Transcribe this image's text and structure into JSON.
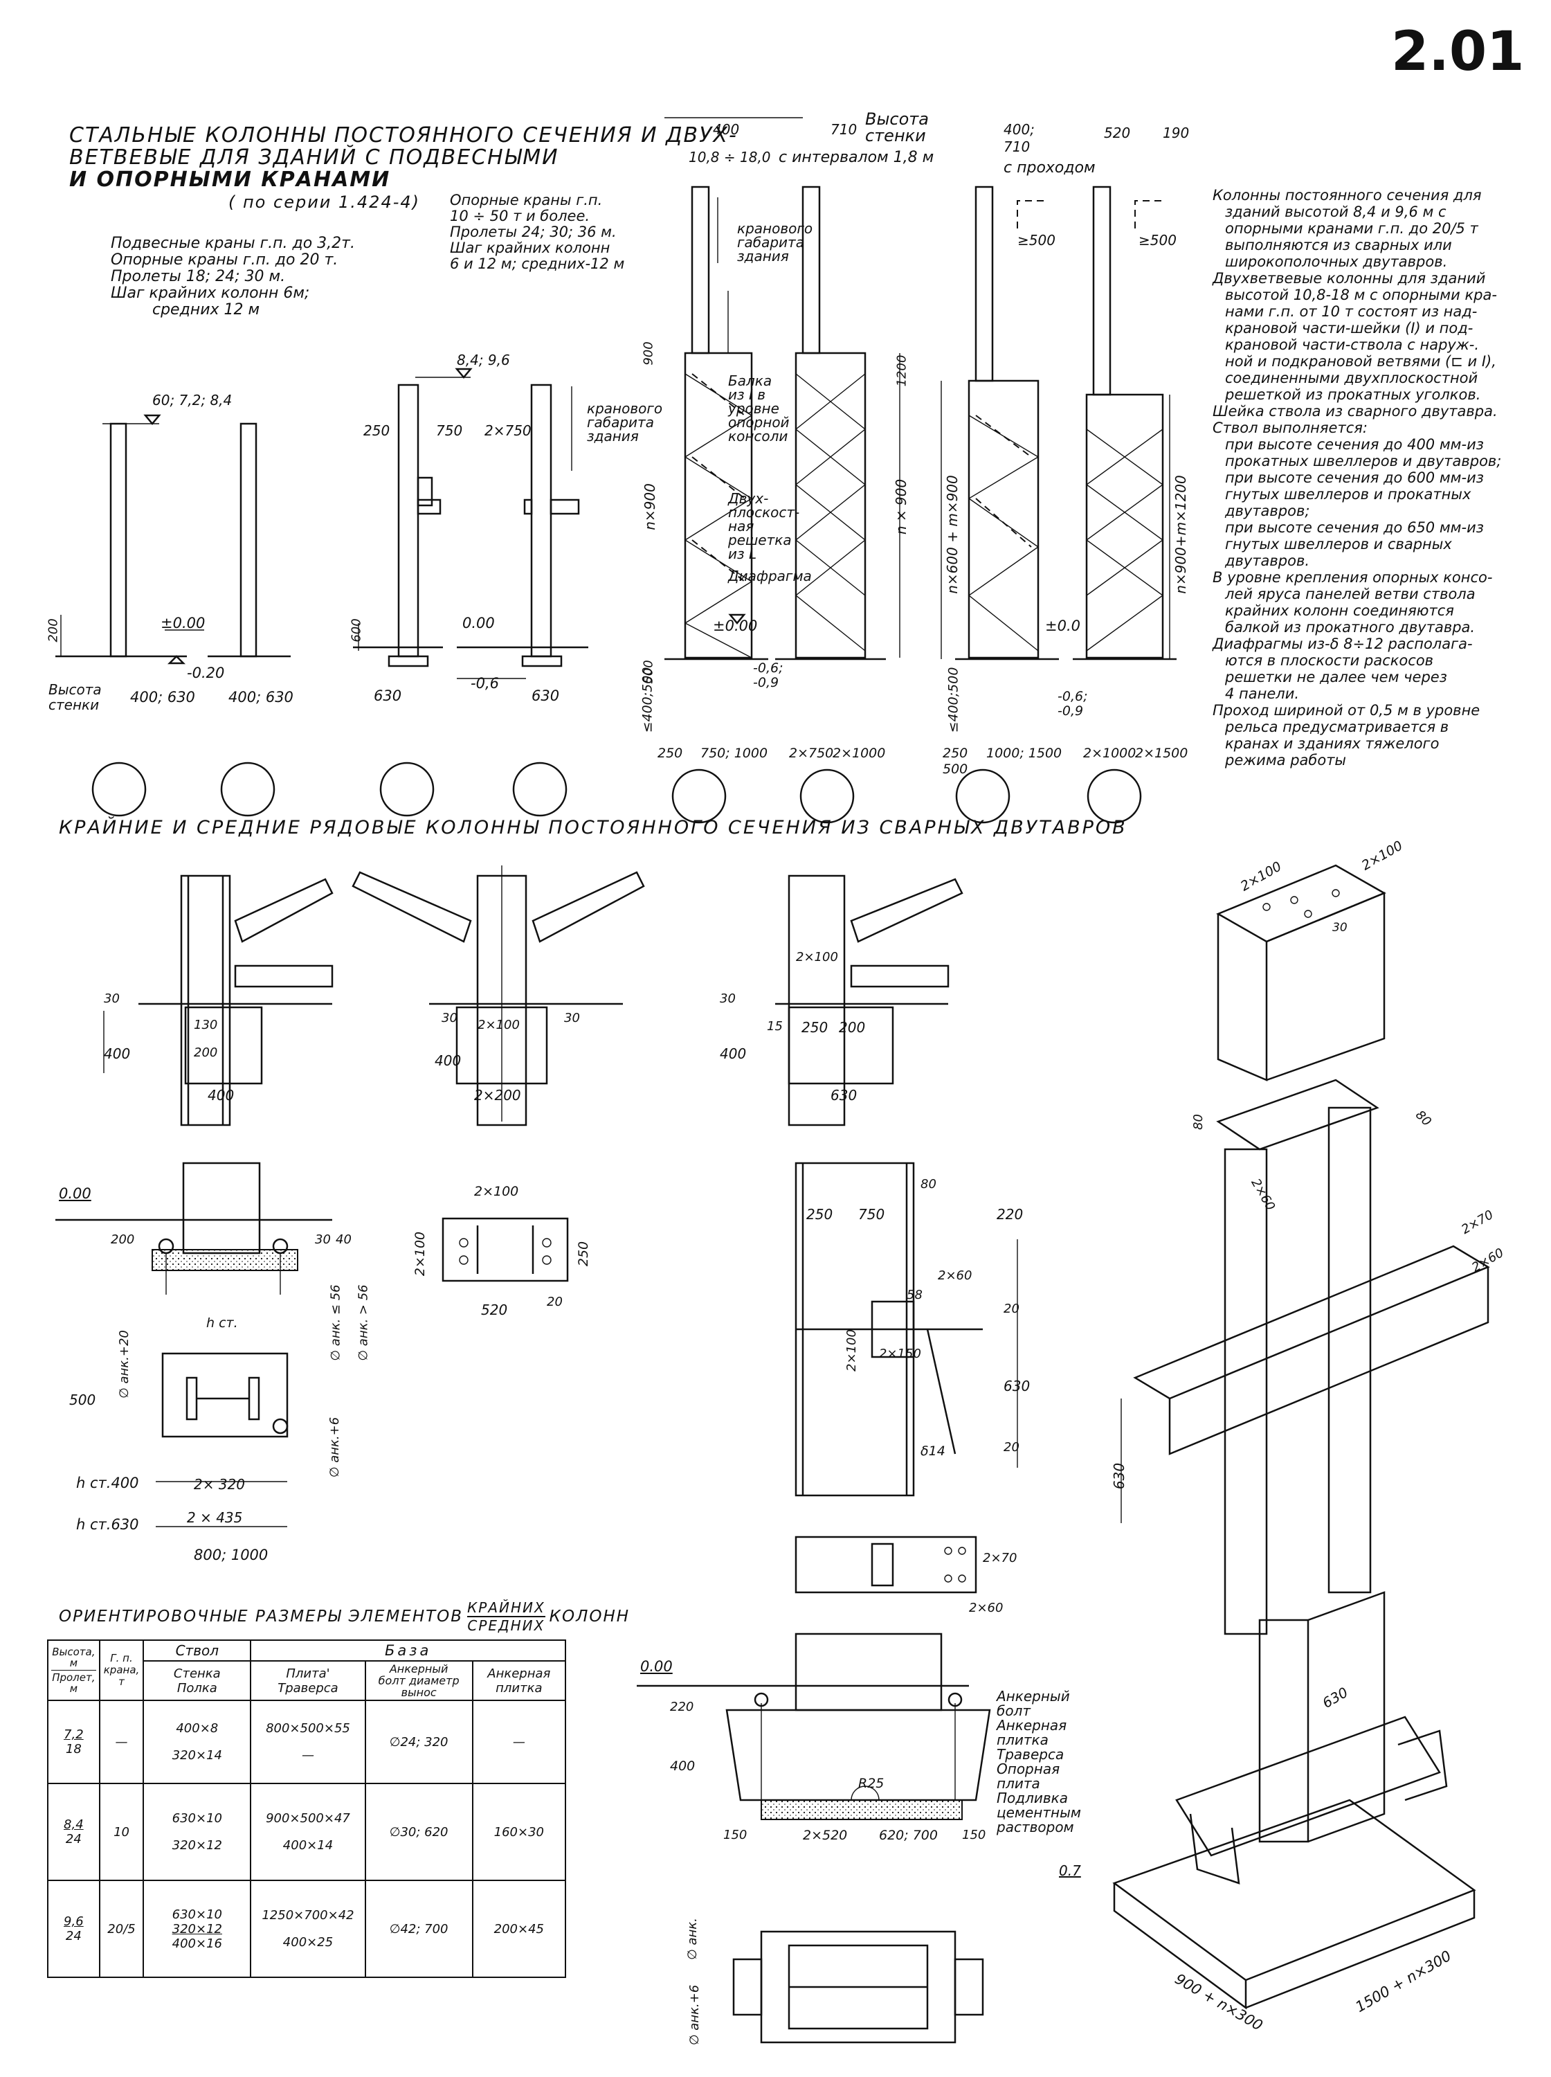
{
  "page_number": "2.01",
  "title": {
    "line1": "Стальные колонны постоянного сечения и двух-",
    "line2": "ветвевые для зданий с подвесными",
    "line3": "и опорными кранами",
    "series": "( по серии 1.424-4)"
  },
  "left_params": [
    "Подвесные краны г.п. до 3,2т.",
    "Опорные краны г.п. до 20 т.",
    "Пролеты 18; 24; 30 м.",
    "Шаг крайних колонн 6м;",
    "средних 12 м"
  ],
  "mid_params": [
    "Опорные краны г.п.",
    "10 ÷ 50 т и более.",
    "Пролеты 24; 30; 36 м.",
    "Шаг крайних колонн",
    "6 и 12 м; средних-12 м"
  ],
  "top_labels": {
    "wall_height": "Высота",
    "wall_height2": "стенки",
    "range": "10,8 ÷ 18,0",
    "interval": "с интервалом 1,8 м",
    "with_passage": "с проходом",
    "d400a": "400",
    "d710a": "710",
    "d400b": "400;",
    "d710b": "710",
    "d520": "520",
    "d190": "190"
  },
  "elevation_labels": {
    "h60": "60; 7,2; 8,4",
    "h84": "8,4; 9,6",
    "zero": "±0.00",
    "zero2": "0.00",
    "m020": "-0.20",
    "m06": "-0,6",
    "zero3": "±0.00",
    "zero4": "±0.0",
    "m06b": "-0,6;",
    "m09": "-0,9",
    "m06c": "-0,6;",
    "m09c": "-0,9",
    "d200": "200",
    "d600": "600",
    "d900": "900",
    "d1200": "1200",
    "d500": "500",
    "wall_h_label": "Высота",
    "wall_h_label2": "стенки",
    "s400_630a": "400; 630",
    "s400_630b": "400; 630",
    "d250": "250",
    "d750": "750",
    "d2x750": "2×750",
    "d630a": "630",
    "d630b": "630",
    "crane_gauge": "кранового",
    "crane_gauge2": "габарита",
    "crane_gauge3": "здания",
    "crane_gauge_b": "кранового",
    "crane_gauge_b2": "габарита",
    "crane_gauge_b3": "здания",
    "ge500a": "≥500",
    "ge500b": "≥500",
    "n900": "n×900",
    "n900b": "n × 900",
    "n600m900": "n×600 + m×900",
    "n900m1200": "n×900+m×1200",
    "le400_500a": "≤400;500",
    "le400_500b": "≤400;500",
    "beam_label": "Балка",
    "beam_label2": "из I в",
    "beam_label3": "уровне",
    "beam_label4": "опорной",
    "beam_label5": "консоли",
    "lattice1": "Двух-",
    "lattice2": "плоскост-",
    "lattice3": "ная",
    "lattice4": "решетка",
    "lattice5": "из L",
    "diaphragm": "Диафрагма",
    "b250": "250",
    "b750_1000": "750; 1000",
    "b2x750": "2×750",
    "b2x1000": "2×1000",
    "b250b": "250",
    "b500": "500",
    "b1000_1500": "1000; 1500",
    "b2x1000b": "2×1000",
    "b2x1500": "2×1500"
  },
  "notes": [
    "Колонны постоянного сечения для",
    "зданий высотой 8,4 и 9,6 м с",
    "опорными кранами г.п. до 20/5 т",
    "выполняются из сварных или",
    "широкополочных двутавров.",
    "Двухветвевые колонны для зданий",
    "высотой 10,8-18 м с опорными кра-",
    "нами г.п. от 10 т состоят из над-",
    "крановой части-шейки (I) и под-",
    "крановой части-ствола с наруж-.",
    "ной и подкрановой ветвями (⊏ и I),",
    "соединенными двухплоскостной",
    "решеткой из прокатных уголков.",
    "Шейка ствола из сварного двутавра.",
    "Ствол выполняется:",
    "при высоте сечения до 400 мм-из",
    "прокатных швеллеров и двутавров;",
    "при высоте сечения до 600 мм-из",
    "гнутых швеллеров и прокатных",
    "двутавров;",
    "при высоте сечения до 650 мм-из",
    "гнутых швеллеров и сварных",
    "двутавров.",
    "В уровне крепления опорных консо-",
    "лей яруса панелей ветви ствола",
    "крайних колонн соединяются",
    "балкой из прокатного двутавра.",
    "Диафрагмы из-δ 8÷12 располага-",
    "ются в плоскости раскосов",
    "решетки не далее чем через",
    "4 панели.",
    "Проход шириной от 0,5 м в уровне",
    "рельса предусматривается в",
    "кранах и зданиях тяжелого",
    "режима работы"
  ],
  "section_heading": "Крайние и средние рядовые колонны постоянного сечения из сварных двутавров",
  "detail_dims": {
    "d30a": "30",
    "d400a": "400",
    "d130": "130",
    "d200a": "200",
    "d400b": "400",
    "d2x100a": "2×100",
    "d30b": "30",
    "d400c": "400",
    "d2x200": "2×200",
    "d30c": "30",
    "d2x100b": "2×100",
    "d30d": "30",
    "d400d": "400",
    "d15": "15",
    "d250a": "250",
    "d200b": "200",
    "d630a": "630",
    "zero": "0.00",
    "d200c": "200",
    "d30e": "30",
    "d40": "40",
    "anch_le56": "∅ анк. ≤ 56",
    "anch_gt56": "∅ анк. > 56",
    "h_st": "h ст.",
    "anch20": "∅ анк.+20",
    "d500": "500",
    "anch6": "∅ анк.+6",
    "hst400": "h ст.400",
    "hst630": "h ст.630",
    "d2x320": "2× 320",
    "d2x435": "2 × 435",
    "d800_1000": "800; 1000",
    "p2x100": "2×100",
    "p2x100b": "2×100",
    "p250": "250",
    "p520": "520",
    "p20": "20",
    "r80": "80",
    "r250": "250",
    "r750": "750",
    "r220": "220",
    "r2x60": "2×60",
    "r58": "58",
    "r20a": "20",
    "r2x100": "2×100",
    "r2x150": "2×150",
    "r630": "630",
    "r20b": "20",
    "r814": "δ14",
    "s2x70": "2×70",
    "s2x60": "2×60",
    "b000": "0.00",
    "b220": "220",
    "b400": "400",
    "bR25": "R25",
    "b150a": "150",
    "b2x520": "2×520",
    "b620_700": "620; 700",
    "b150b": "150",
    "anchor_bolt": "Анкерный",
    "anchor_bolt2": "болт",
    "anchor_plate": "Анкерная",
    "anchor_plate2": "плитка",
    "traverse": "Траверса",
    "base_plate": "Опорная",
    "base_plate2": "плита",
    "grout": "Подливка",
    "grout2": "цементным",
    "grout3": "раствором",
    "anch_plan1": "∅ анк.",
    "anch_plan2": "∅ анк.+6"
  },
  "iso_dims": {
    "a2x100a": "2×100",
    "a2x100b": "2×100",
    "a30": "30",
    "a80a": "80",
    "a80b": "80",
    "a2x60a": "2×60",
    "a2x70": "2×70",
    "a2x60b": "2×60",
    "a630": "630",
    "b630": "630",
    "b07": "0.7",
    "b900": "900 + n×300",
    "b1500": "1500 + n×300"
  },
  "table": {
    "caption_left": "Ориентировочные размеры элементов",
    "caption_frac_top": "крайних",
    "caption_frac_bottom": "средних",
    "caption_right": "колонн",
    "h_height": "Высота,",
    "h_height2": "м",
    "h_span": "Пролет,",
    "h_span2": "м",
    "h_gp": "Г. п.",
    "h_gp2": "крана,",
    "h_gp3": "т",
    "h_stem": "Ствол",
    "h_base": "База",
    "h_web": "Стенка",
    "h_flange": "Полка",
    "h_plate": "Плита'",
    "h_traverse": "Траверса",
    "h_bolt": "Анкерный",
    "h_bolt2": "болт диаметр",
    "h_bolt3": "вынос",
    "h_aplate": "Анкерная",
    "h_aplate2": "плитка",
    "rows": [
      {
        "height": "7,2",
        "span": "18",
        "gp": "—",
        "web": "400×8",
        "flange": "320×14",
        "flange2": "",
        "plate": "800×500×55",
        "traverse": "—",
        "bolt": "∅24; 320",
        "aplate": "—"
      },
      {
        "height": "8,4",
        "span": "24",
        "gp": "10",
        "web": "630×10",
        "flange": "320×12",
        "flange2": "",
        "plate": "900×500×47",
        "traverse": "400×14",
        "bolt": "∅30; 620",
        "aplate": "160×30"
      },
      {
        "height": "9,6",
        "span": "24",
        "gp": "20/5",
        "web": "630×10",
        "flange": "320×12",
        "flange2": "400×16",
        "plate": "1250×700×42",
        "traverse": "400×25",
        "bolt": "∅42; 700",
        "aplate": "200×45"
      }
    ]
  }
}
